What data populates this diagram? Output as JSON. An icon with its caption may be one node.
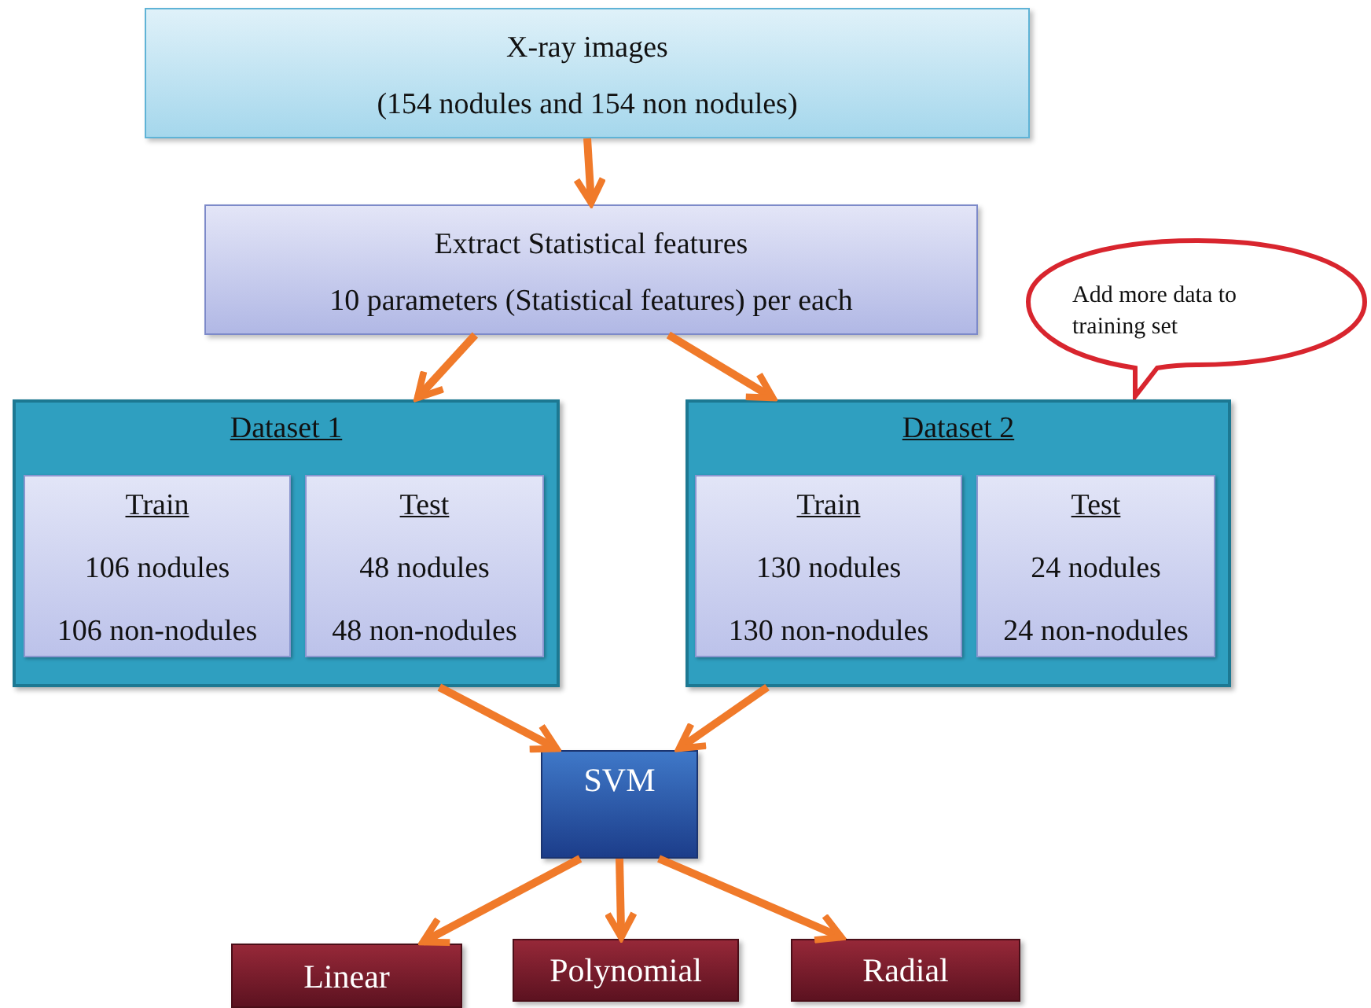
{
  "diagram": {
    "nodes": [
      {
        "text": [
          "X-ray images",
          "(154 nodules and 154 non nodules)"
        ]
      },
      {
        "text": [
          "Extract Statistical features",
          "10 parameters (Statistical features) per each"
        ]
      },
      {
        "text": [
          "Add more data to training set"
        ]
      },
      {
        "text": [
          "Dataset 1"
        ]
      },
      {
        "text": [
          "Train",
          "106 nodules",
          "106 non-nodules"
        ],
        "in": 3
      },
      {
        "text": [
          "Test",
          "48 nodules",
          "48 non-nodules"
        ],
        "in": 3
      },
      {
        "text": [
          "Dataset 2"
        ]
      },
      {
        "text": [
          "Train",
          "130 nodules",
          "130 non-nodules"
        ],
        "in": 6
      },
      {
        "text": [
          "Test",
          "24 nodules",
          "24 non-nodules"
        ],
        "in": 6
      },
      {
        "text": [
          "SVM"
        ]
      },
      {
        "text": [
          "Linear"
        ]
      },
      {
        "text": [
          "Polynomial"
        ]
      },
      {
        "text": [
          "Radial"
        ]
      }
    ],
    "edges": [
      {
        "from": 0,
        "to": 1,
        "arrow": "to"
      },
      {
        "from": 1,
        "to": 3,
        "arrow": "to"
      },
      {
        "from": 1,
        "to": 6,
        "arrow": "to"
      },
      {
        "from": 3,
        "to": 9,
        "arrow": "to"
      },
      {
        "from": 6,
        "to": 9,
        "arrow": "to"
      },
      {
        "from": 9,
        "to": 10,
        "arrow": "to"
      },
      {
        "from": 9,
        "to": 11,
        "arrow": "to"
      },
      {
        "from": 9,
        "to": 12,
        "arrow": "to"
      }
    ]
  }
}
